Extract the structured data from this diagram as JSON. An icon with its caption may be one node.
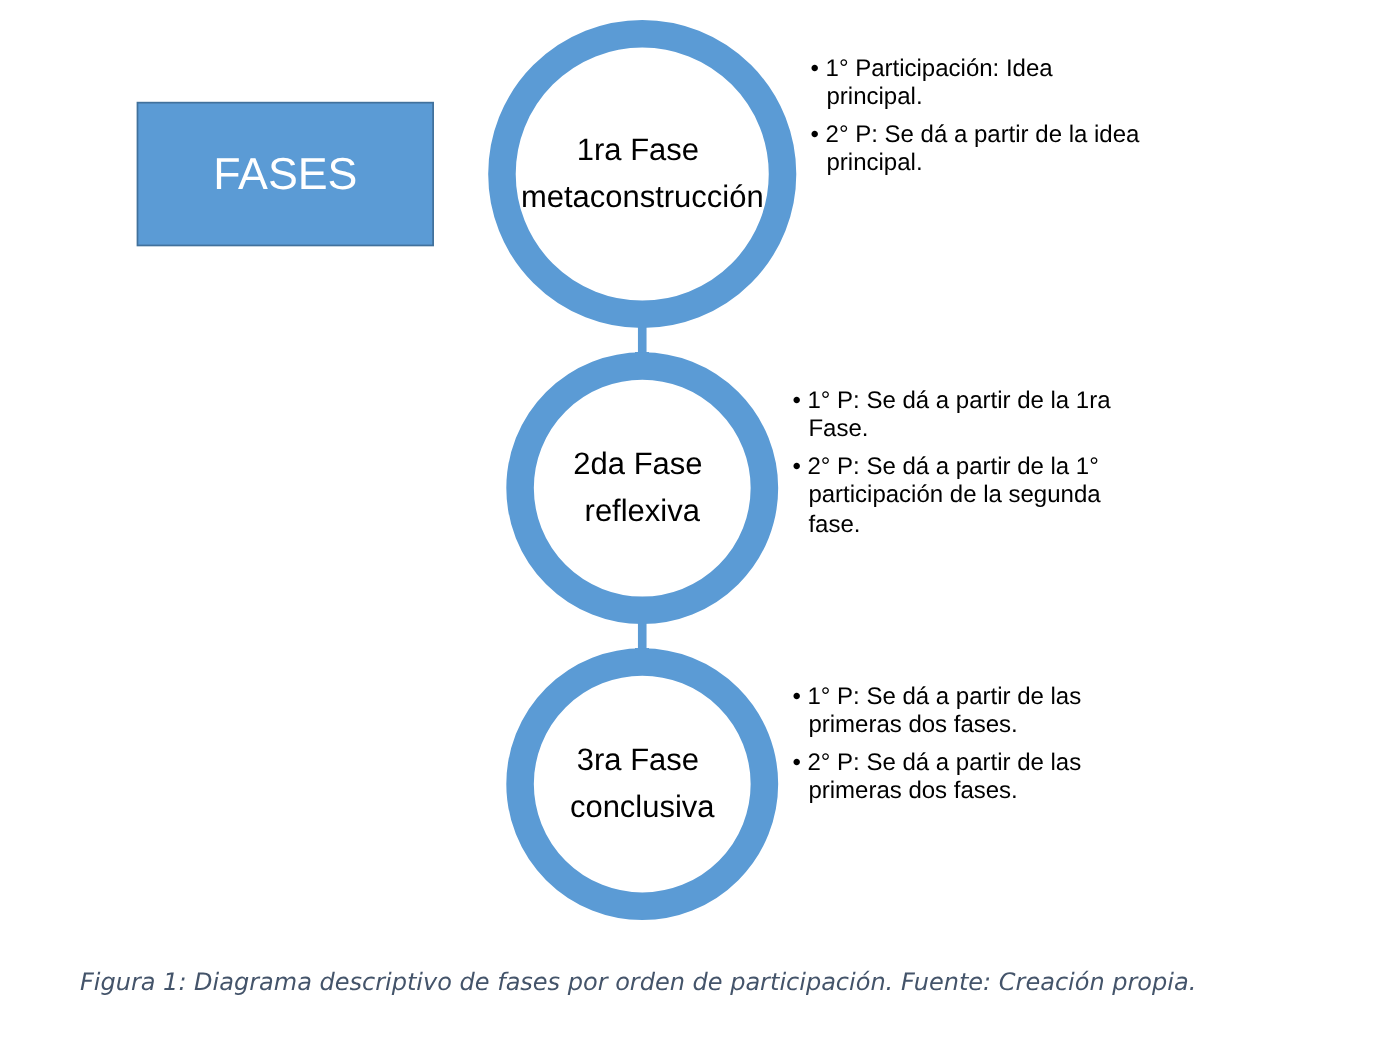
{
  "diagram": {
    "caption": "Figura 1: Diagrama descriptivo de fases por orden de participación. Fuente: Creación propia.",
    "nodes": [
      {
        "text": [
          "FASES"
        ]
      },
      {
        "text": [
          "1ra Fase metaconstrucción"
        ],
        "beside": [
          "• 1° Participación: Idea principal.",
          "• 2° P: Se dá a partir de la idea principal."
        ]
      },
      {
        "text": [
          "2da Fase reflexiva"
        ],
        "beside": [
          "• 1° P: Se dá a partir de la 1ra Fase.",
          "• 2° P: Se dá a partir de la 1° participación de la segunda fase."
        ]
      },
      {
        "text": [
          "3ra Fase conclusiva"
        ],
        "beside": [
          "• 1° P: Se dá a partir de las primeras dos fases.",
          "• 2° P: Se dá a partir de las primeras dos fases."
        ]
      }
    ],
    "edges": [
      {
        "from": 1,
        "to": 2,
        "arrow": "to"
      },
      {
        "from": 2,
        "to": 3,
        "arrow": "to"
      }
    ]
  }
}
